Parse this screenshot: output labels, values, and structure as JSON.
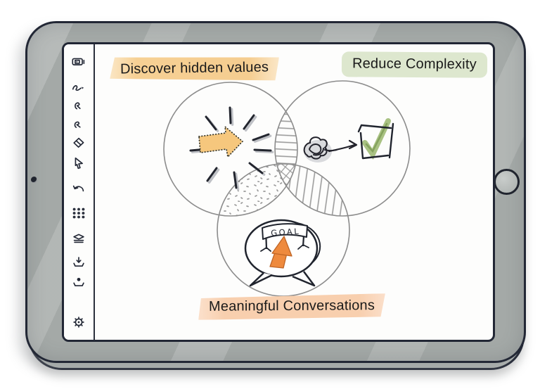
{
  "labels": {
    "discover": {
      "text": "Discover hidden values",
      "highlight_color": "#f5cd90"
    },
    "reduce": {
      "text": "Reduce Complexity",
      "highlight_color": "#dde7ce"
    },
    "conversations": {
      "text": "Meaningful Conversations",
      "highlight_color": "#f8cfae"
    }
  },
  "canvas": {
    "goal_sign_text": "GOAL",
    "venn_circles": [
      "discover-hidden-values",
      "reduce-complexity",
      "meaningful-conversations"
    ],
    "intersection_patterns": {
      "top": "horizontal-lines",
      "left": "stipple-dots",
      "right": "vertical-lines",
      "center": "cross-hatch"
    },
    "doodles": [
      "sunburst-idea-arrow",
      "tangle-scribble",
      "checked-checkbox",
      "goal-speech-bubbles",
      "orange-road-arrow"
    ]
  },
  "toolbar_icons": [
    "camera-icon",
    "brush-icon",
    "pen-icon",
    "marker-icon",
    "eraser-icon",
    "cursor-icon",
    "undo-icon",
    "dot-grid-icon",
    "layers-icon",
    "save-icon",
    "import-icon",
    "settings-icon"
  ],
  "device_hardware": [
    "camera-dot",
    "home-button"
  ],
  "colors": {
    "bezel": "#a4a9a7",
    "outline": "#222735",
    "circle_stroke": "#8c8c8c",
    "hatch": "#9b9b9b",
    "idea_arrow_fill": "#f6c77d",
    "check_green": "#a9c283",
    "road_orange": "#ee8a3e"
  }
}
